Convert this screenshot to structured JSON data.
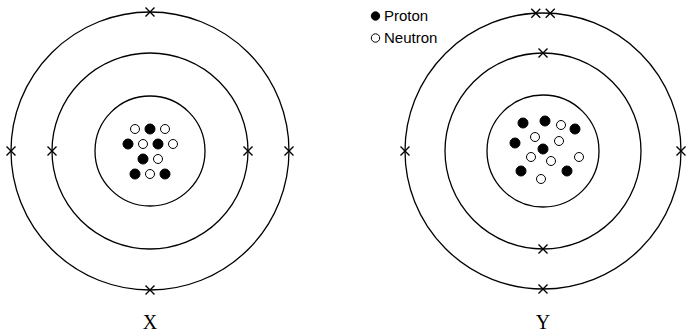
{
  "diagram": {
    "labels": [
      "X",
      "Y"
    ],
    "legend": [
      {
        "text": "Proton"
      },
      {
        "text": "Neutron"
      }
    ]
  }
}
